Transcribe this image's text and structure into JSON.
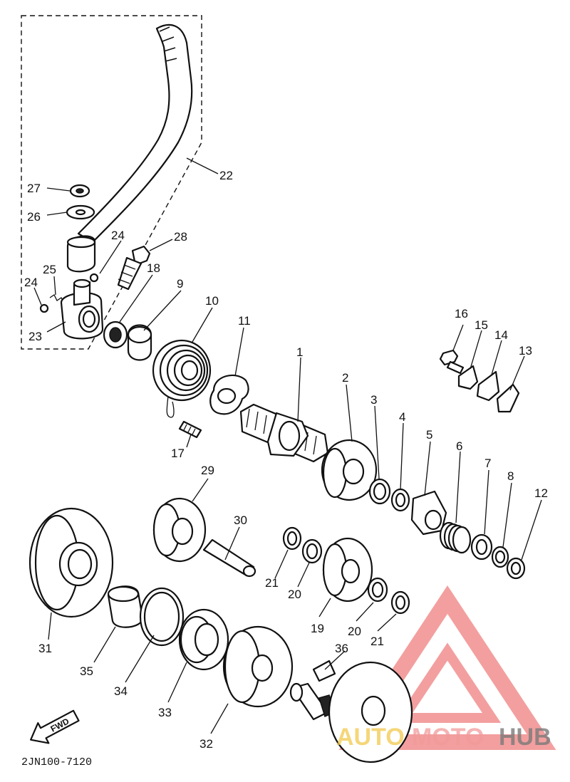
{
  "diagram": {
    "drawing_code": "2JN100-7120",
    "direction_label": "FWD",
    "callouts": [
      {
        "id": "c1",
        "label": "1"
      },
      {
        "id": "c2",
        "label": "2"
      },
      {
        "id": "c3",
        "label": "3"
      },
      {
        "id": "c4",
        "label": "4"
      },
      {
        "id": "c5",
        "label": "5"
      },
      {
        "id": "c6",
        "label": "6"
      },
      {
        "id": "c7",
        "label": "7"
      },
      {
        "id": "c8",
        "label": "8"
      },
      {
        "id": "c9",
        "label": "9"
      },
      {
        "id": "c10",
        "label": "10"
      },
      {
        "id": "c11",
        "label": "11"
      },
      {
        "id": "c12",
        "label": "12"
      },
      {
        "id": "c13",
        "label": "13"
      },
      {
        "id": "c14",
        "label": "14"
      },
      {
        "id": "c15",
        "label": "15"
      },
      {
        "id": "c16",
        "label": "16"
      },
      {
        "id": "c17",
        "label": "17"
      },
      {
        "id": "c18",
        "label": "18"
      },
      {
        "id": "c19",
        "label": "19"
      },
      {
        "id": "c20a",
        "label": "20"
      },
      {
        "id": "c20b",
        "label": "20"
      },
      {
        "id": "c21a",
        "label": "21"
      },
      {
        "id": "c21b",
        "label": "21"
      },
      {
        "id": "c22",
        "label": "22"
      },
      {
        "id": "c23",
        "label": "23"
      },
      {
        "id": "c24a",
        "label": "24"
      },
      {
        "id": "c24b",
        "label": "24"
      },
      {
        "id": "c25",
        "label": "25"
      },
      {
        "id": "c26",
        "label": "26"
      },
      {
        "id": "c27",
        "label": "27"
      },
      {
        "id": "c28",
        "label": "28"
      },
      {
        "id": "c29",
        "label": "29"
      },
      {
        "id": "c30",
        "label": "30"
      },
      {
        "id": "c31",
        "label": "31"
      },
      {
        "id": "c32",
        "label": "32"
      },
      {
        "id": "c33",
        "label": "33"
      },
      {
        "id": "c34",
        "label": "34"
      },
      {
        "id": "c35",
        "label": "35"
      },
      {
        "id": "c36",
        "label": "36"
      }
    ]
  },
  "watermark": {
    "part1": "AUTO",
    "part2": "MOTO",
    "part3": "HUB",
    "colors": {
      "auto": "#f2c94c",
      "moto": "#f29a9a",
      "hub": "#7a7a7a",
      "logo": "#f08080"
    }
  }
}
